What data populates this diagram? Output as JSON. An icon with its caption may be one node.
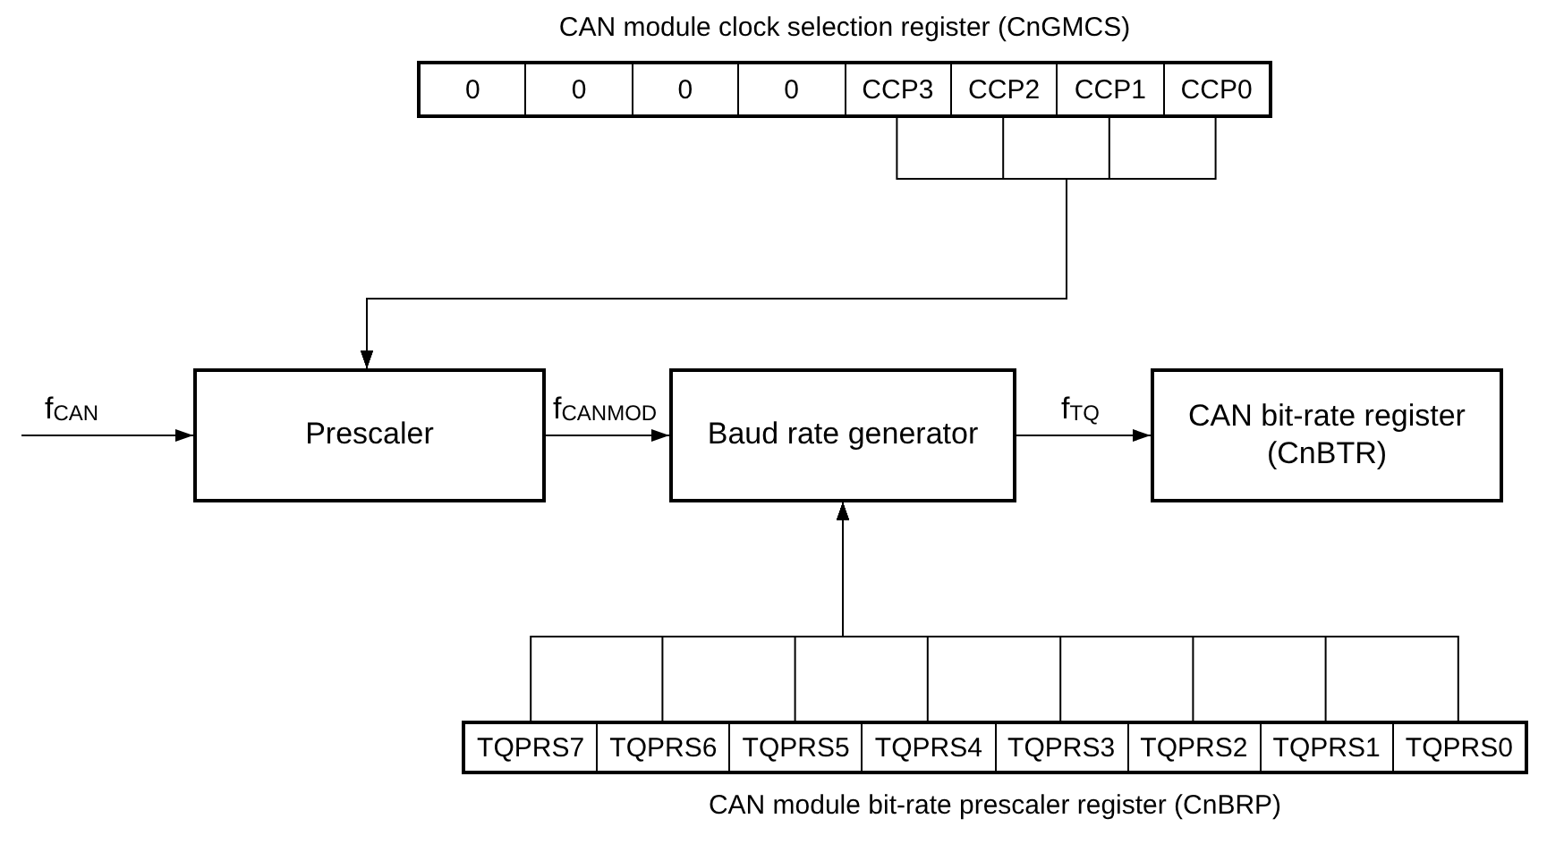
{
  "diagram": {
    "nodes": [
      {
        "text": [
          "CAN module clock selection register (CnGMCS)"
        ]
      },
      {
        "text": [
          "0"
        ],
        "in": 0
      },
      {
        "text": [
          "0"
        ],
        "in": 0
      },
      {
        "text": [
          "0"
        ],
        "in": 0
      },
      {
        "text": [
          "0"
        ],
        "in": 0
      },
      {
        "text": [
          "CCP3"
        ],
        "in": 0
      },
      {
        "text": [
          "CCP2"
        ],
        "in": 0
      },
      {
        "text": [
          "CCP1"
        ],
        "in": 0
      },
      {
        "text": [
          "CCP0"
        ],
        "in": 0
      },
      {
        "text": [
          "Prescaler"
        ]
      },
      {
        "text": [
          "Baud rate generator"
        ]
      },
      {
        "text": [
          "CAN bit-rate register (CnBTR)"
        ]
      },
      {
        "text": [
          "CAN module bit-rate prescaler register (CnBRP)"
        ]
      },
      {
        "text": [
          "TQPRS7"
        ],
        "in": 12
      },
      {
        "text": [
          "TQPRS6"
        ],
        "in": 12
      },
      {
        "text": [
          "TQPRS5"
        ],
        "in": 12
      },
      {
        "text": [
          "TQPRS4"
        ],
        "in": 12
      },
      {
        "text": [
          "TQPRS3"
        ],
        "in": 12
      },
      {
        "text": [
          "TQPRS2"
        ],
        "in": 12
      },
      {
        "text": [
          "TQPRS1"
        ],
        "in": 12
      },
      {
        "text": [
          "TQPRS0"
        ],
        "in": 12
      }
    ],
    "edges": [
      {
        "from": 5,
        "to": 9,
        "arrow": "to"
      },
      {
        "from": 6,
        "to": 9,
        "arrow": "to"
      },
      {
        "from": 7,
        "to": 9,
        "arrow": "to"
      },
      {
        "from": 8,
        "to": 9,
        "arrow": "to"
      },
      {
        "from": null,
        "to": 9,
        "arrow": "to",
        "label": "f$_{CAN}$"
      },
      {
        "from": 9,
        "to": 10,
        "arrow": "to",
        "label": "f$_{CANMOD}$"
      },
      {
        "from": 10,
        "to": 11,
        "arrow": "to",
        "label": "f$_{TQ}$"
      },
      {
        "from": 13,
        "to": 10,
        "arrow": "to"
      },
      {
        "from": 14,
        "to": 10,
        "arrow": "to"
      },
      {
        "from": 15,
        "to": 10,
        "arrow": "to"
      },
      {
        "from": 16,
        "to": 10,
        "arrow": "to"
      },
      {
        "from": 17,
        "to": 10,
        "arrow": "to"
      },
      {
        "from": 18,
        "to": 10,
        "arrow": "to"
      },
      {
        "from": 19,
        "to": 10,
        "arrow": "to"
      },
      {
        "from": 20,
        "to": 10,
        "arrow": "to"
      }
    ]
  }
}
